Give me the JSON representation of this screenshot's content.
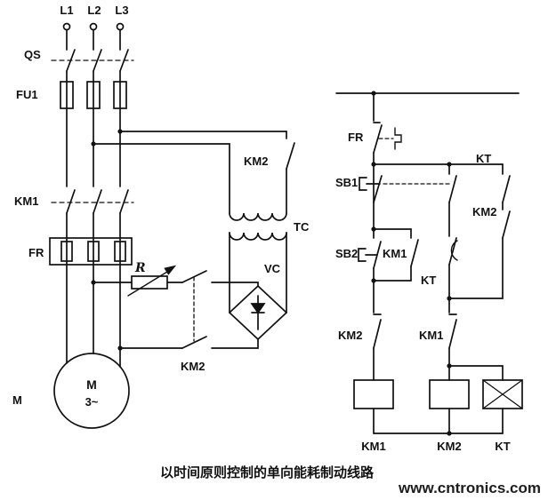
{
  "diagram": {
    "caption": "以时间原则控制的单向能耗制动线路",
    "watermark": "www.cntronics.com",
    "colors": {
      "line": "#111111",
      "watermark": "#b3cb4a"
    },
    "power": {
      "phases": [
        "L1",
        "L2",
        "L3"
      ],
      "qs": "QS",
      "fu1": "FU1",
      "km1": "KM1",
      "fr": "FR",
      "km2_top": "KM2",
      "tc": "TC",
      "vc": "VC",
      "r": "R",
      "km2_brake": "KM2",
      "motor_ref": "M",
      "motor_letter": "M",
      "motor_phase": "3~"
    },
    "control": {
      "fr": "FR",
      "sb1": "SB1",
      "kt_top": "KT",
      "km2_seal": "KM2",
      "sb2": "SB2",
      "km1_seal": "KM1",
      "kt_delay": "KT",
      "km2_interlock": "KM2",
      "km1_interlock": "KM1",
      "coil_km1": "KM1",
      "coil_km2": "KM2",
      "coil_kt": "KT"
    }
  }
}
